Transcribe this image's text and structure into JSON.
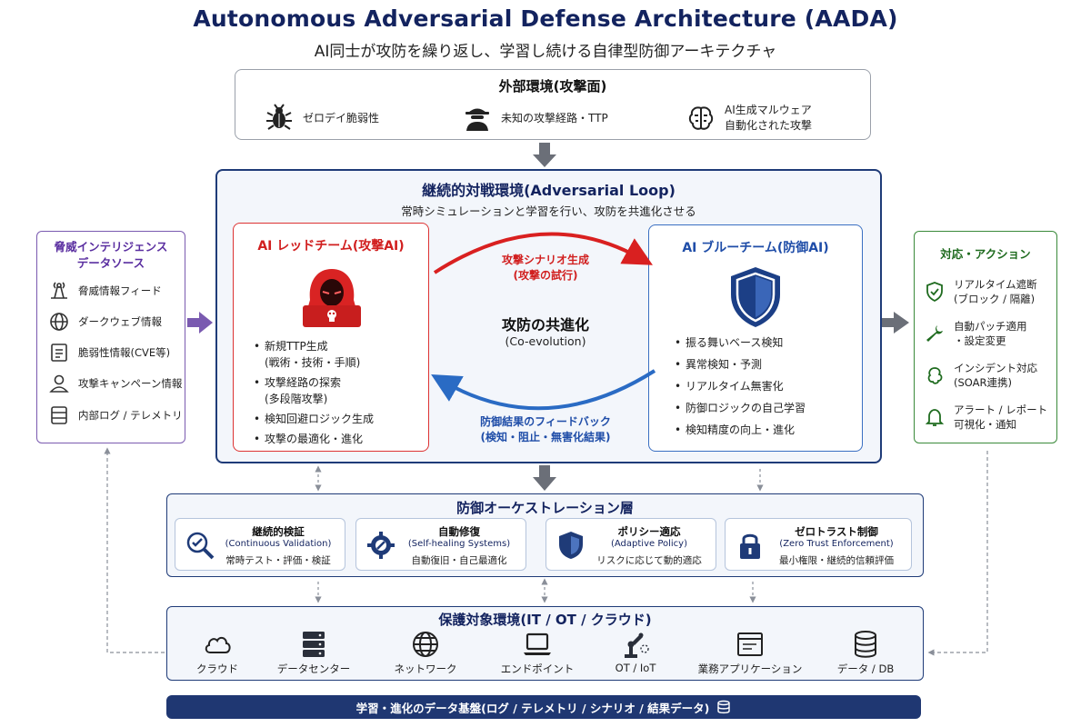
{
  "header": {
    "title": "Autonomous Adversarial Defense Architecture (AADA)",
    "subtitle": "AI同士が攻防を繰り返し、学習し続ける自律型防御アーキテクチャ"
  },
  "external": {
    "title": "外部環境(攻撃面)",
    "items": [
      {
        "icon": "bug-icon",
        "label": "ゼロデイ脆弱性"
      },
      {
        "icon": "hacker-icon",
        "label": "未知の攻撃経路・TTP"
      },
      {
        "icon": "brain-icon",
        "label_line1": "AI生成マルウェア",
        "label_line2": "自動化された攻撃"
      }
    ]
  },
  "loop": {
    "title": "継続的対戦環境(Adversarial Loop)",
    "subtitle": "常時シミュレーションと学習を行い、攻防を共進化させる",
    "red_team": {
      "title": "AI レッドチーム(攻撃AI)",
      "bullets": [
        {
          "line1": "新規TTP生成",
          "line2": "(戦術・技術・手順)"
        },
        {
          "line1": "攻撃経路の探索",
          "line2": "(多段階攻撃)"
        },
        {
          "line1": "検知回避ロジック生成"
        },
        {
          "line1": "攻撃の最適化・進化"
        }
      ]
    },
    "blue_team": {
      "title": "AI ブルーチーム(防御AI)",
      "bullets": [
        "振る舞いベース検知",
        "異常検知・予測",
        "リアルタイム無害化",
        "防御ロジックの自己学習",
        "検知精度の向上・進化"
      ]
    },
    "top_arrow": {
      "line1": "攻撃シナリオ生成",
      "line2": "(攻撃の試行)"
    },
    "bottom_arrow": {
      "line1": "防御結果のフィードバック",
      "line2": "(検知・阻止・無害化結果)"
    },
    "center": {
      "title": "攻防の共進化",
      "subtitle": "(Co-evolution)"
    }
  },
  "threat_intel": {
    "title_line1": "脅威インテリジェンス",
    "title_line2": "データソース",
    "items": [
      {
        "icon": "feed-icon",
        "label": "脅威情報フィード"
      },
      {
        "icon": "globe-icon",
        "label": "ダークウェブ情報"
      },
      {
        "icon": "document-icon",
        "label": "脆弱性情報(CVE等)"
      },
      {
        "icon": "person-icon",
        "label": "攻撃キャンペーン情報"
      },
      {
        "icon": "log-icon",
        "label": "内部ログ / テレメトリ"
      }
    ]
  },
  "response": {
    "title": "対応・アクション",
    "items": [
      {
        "icon": "shield-check-icon",
        "line1": "リアルタイム遮断",
        "line2": "(ブロック / 隔離)"
      },
      {
        "icon": "wrench-icon",
        "line1": "自動パッチ適用",
        "line2": "・設定変更"
      },
      {
        "icon": "cycle-icon",
        "line1": "インシデント対応",
        "line2": "(SOAR連携)"
      },
      {
        "icon": "bell-icon",
        "line1": "アラート / レポート",
        "line2": "可視化・通知"
      }
    ]
  },
  "orchestration": {
    "title": "防御オーケストレーション層",
    "cards": [
      {
        "icon": "magnifier-icon",
        "title": "継続的検証",
        "sub": "(Continuous Validation)",
        "desc": "常時テスト・評価・検証"
      },
      {
        "icon": "gear-icon",
        "title": "自動修復",
        "sub": "(Self-healing Systems)",
        "desc": "自動復旧・自己最適化"
      },
      {
        "icon": "shield-icon",
        "title": "ポリシー適応",
        "sub": "(Adaptive Policy)",
        "desc": "リスクに応じて動的適応"
      },
      {
        "icon": "lock-icon",
        "title": "ゼロトラスト制御",
        "sub": "(Zero Trust Enforcement)",
        "desc": "最小権限・継続的信頼評価"
      }
    ]
  },
  "protected": {
    "title": "保護対象環境(IT / OT / クラウド)",
    "items": [
      {
        "icon": "cloud-icon",
        "label": "クラウド"
      },
      {
        "icon": "server-icon",
        "label": "データセンター"
      },
      {
        "icon": "network-icon",
        "label": "ネットワーク"
      },
      {
        "icon": "laptop-icon",
        "label": "エンドポイント"
      },
      {
        "icon": "robot-arm-icon",
        "label": "OT / IoT"
      },
      {
        "icon": "app-window-icon",
        "label": "業務アプリケーション"
      },
      {
        "icon": "database-icon",
        "label": "データ / DB"
      }
    ]
  },
  "foundation": {
    "label": "学習・進化のデータ基盤(ログ / テレメトリ / シナリオ / 結果データ)",
    "icon": "database-icon"
  },
  "colors": {
    "navy": "#13235f",
    "red": "#d11f1f",
    "blue": "#1f4da8",
    "purple": "#5a2ea0",
    "green": "#1f6b1f"
  }
}
